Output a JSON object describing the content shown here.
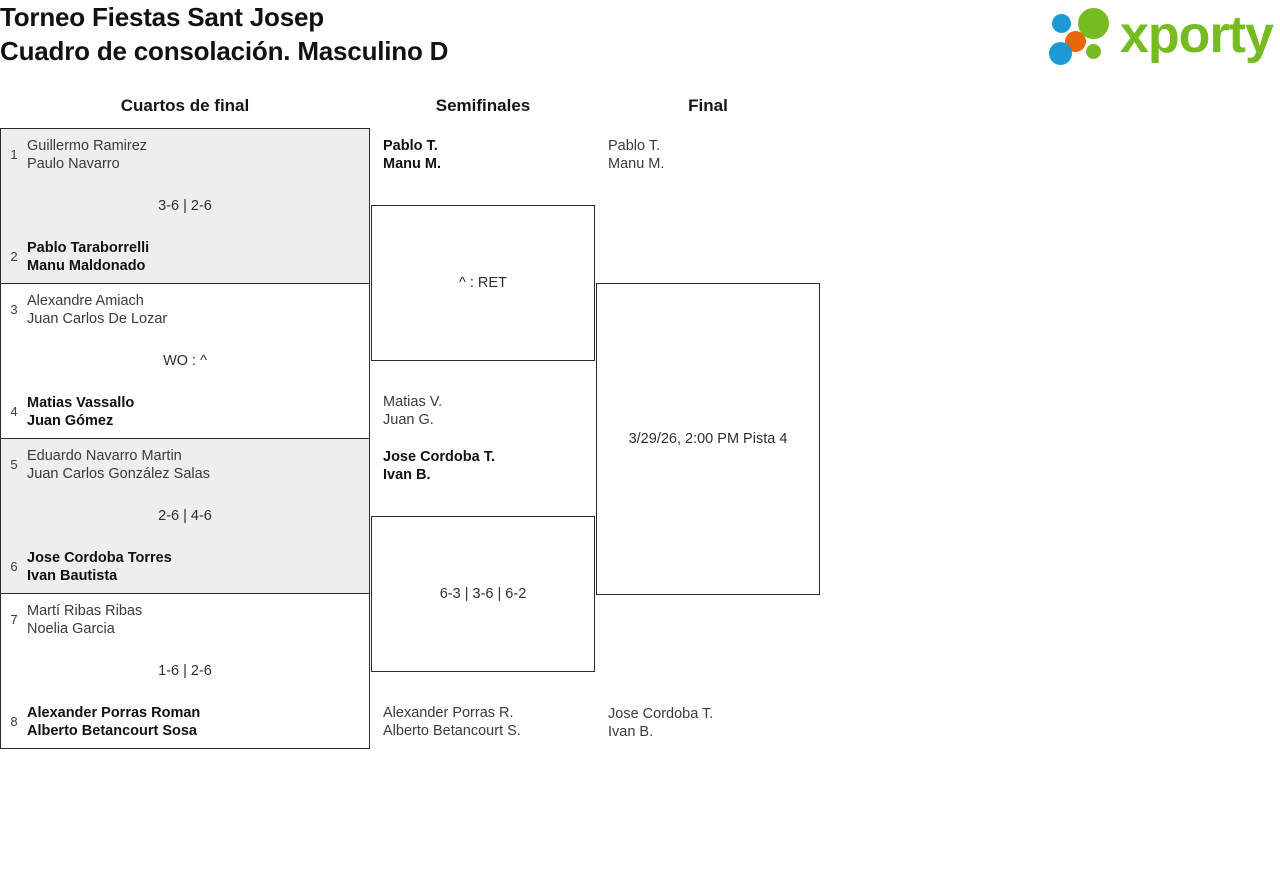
{
  "header": {
    "title_line1": "Torneo Fiestas Sant Josep",
    "title_line2": "Cuadro de consolación. Masculino D",
    "logo_text": "xporty",
    "logo_colors": {
      "green": "#76bc21",
      "blue": "#1b9ad6",
      "orange": "#e8670c"
    }
  },
  "rounds": {
    "quarterfinals_label": "Cuartos de final",
    "semifinals_label": "Semifinales",
    "final_label": "Final"
  },
  "quarterfinals": [
    {
      "shaded": true,
      "top": {
        "seed": "1",
        "player1": "Guillermo Ramirez",
        "player2": "Paulo Navarro",
        "winner": false
      },
      "bottom": {
        "seed": "2",
        "player1": "Pablo Taraborrelli",
        "player2": "Manu Maldonado",
        "winner": true
      },
      "score": "3-6 | 2-6"
    },
    {
      "shaded": false,
      "top": {
        "seed": "3",
        "player1": "Alexandre Amiach",
        "player2": "Juan Carlos De Lozar",
        "winner": false
      },
      "bottom": {
        "seed": "4",
        "player1": "Matias Vassallo",
        "player2": "Juan Gómez",
        "winner": true
      },
      "score": "WO : ^"
    },
    {
      "shaded": true,
      "top": {
        "seed": "5",
        "player1": "Eduardo Navarro Martin",
        "player2": "Juan Carlos González Salas",
        "winner": false
      },
      "bottom": {
        "seed": "6",
        "player1": "Jose Cordoba Torres",
        "player2": "Ivan Bautista",
        "winner": true
      },
      "score": "2-6 | 4-6"
    },
    {
      "shaded": false,
      "top": {
        "seed": "7",
        "player1": "Martí Ribas Ribas",
        "player2": "Noelia Garcia",
        "winner": false
      },
      "bottom": {
        "seed": "8",
        "player1": "Alexander Porras Roman",
        "player2": "Alberto Betancourt Sosa",
        "winner": true
      },
      "score": "1-6 | 2-6"
    }
  ],
  "semifinals": [
    {
      "top": {
        "player1": "Pablo T.",
        "player2": "Manu M.",
        "winner": true
      },
      "bottom": {
        "player1": "Matias V.",
        "player2": "Juan G.",
        "winner": false
      },
      "score": "^ : RET"
    },
    {
      "top": {
        "player1": "Jose Cordoba T.",
        "player2": "Ivan B.",
        "winner": true
      },
      "bottom": {
        "player1": "Alexander Porras R.",
        "player2": "Alberto Betancourt S.",
        "winner": false
      },
      "score": "6-3 | 3-6 | 6-2"
    }
  ],
  "final": [
    {
      "top": {
        "player1": "Pablo T.",
        "player2": "Manu M.",
        "winner": false
      },
      "bottom": {
        "player1": "Jose Cordoba T.",
        "player2": "Ivan B.",
        "winner": false
      },
      "score": "3/29/26, 2:00 PM Pista 4"
    }
  ]
}
